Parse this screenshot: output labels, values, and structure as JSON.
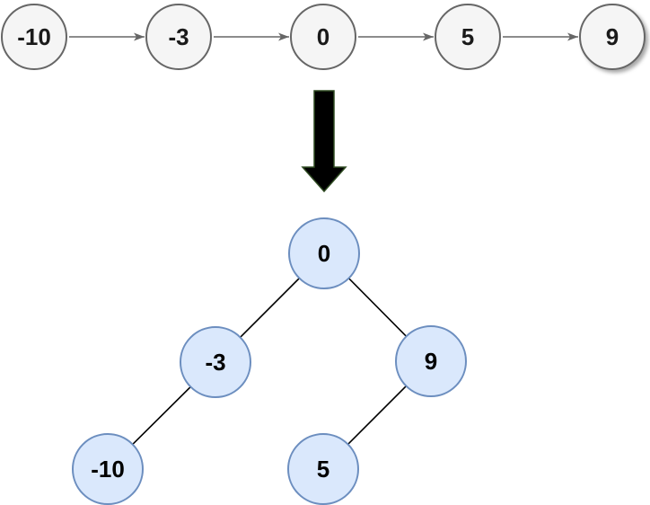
{
  "diagram": {
    "linked_list": {
      "nodes": [
        "-10",
        "-3",
        "0",
        "5",
        "9"
      ]
    },
    "tree": {
      "nodes": [
        {
          "value": "0"
        },
        {
          "value": "-3"
        },
        {
          "value": "9"
        },
        {
          "value": "-10"
        },
        {
          "value": "5"
        }
      ],
      "edges": [
        [
          "0",
          "-3"
        ],
        [
          "0",
          "9"
        ],
        [
          "-3",
          "-10"
        ],
        [
          "9",
          "5"
        ]
      ]
    },
    "colors": {
      "list_node_fill": "#f5f5f5",
      "list_node_border": "#666666",
      "list_arrow": "#666666",
      "tree_node_fill": "#dae8fc",
      "tree_node_border": "#6c8ebf",
      "edge": "#000000",
      "big_arrow_fill": "#000000",
      "big_arrow_outline": "#2e4a21"
    }
  }
}
